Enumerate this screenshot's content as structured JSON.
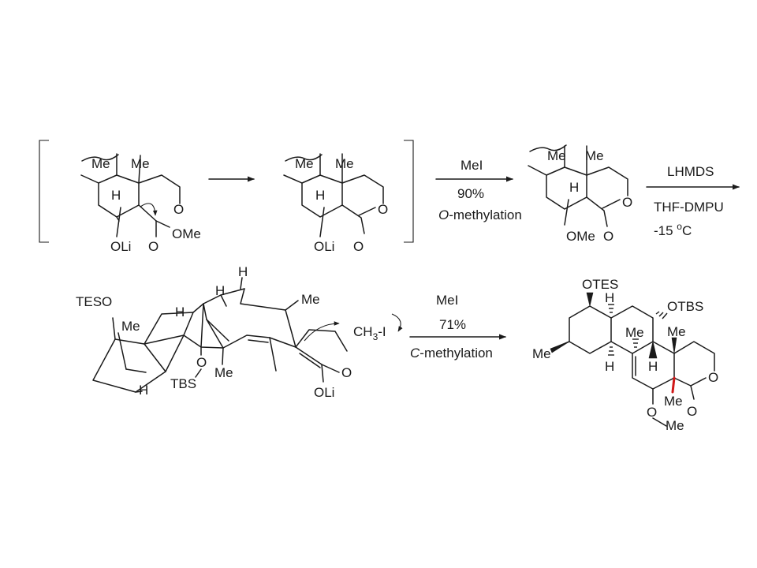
{
  "labels": {
    "me": "Me",
    "h": "H",
    "o": "O",
    "oli": "OLi",
    "ome": "OMe",
    "teso": "TESO",
    "tbs": "TBS",
    "otes": "OTES",
    "otbs": "OTBS",
    "ch3": "CH",
    "ch3_sub": "3",
    "ch3_tail": "-I"
  },
  "steps": {
    "step1": {
      "reagent": "MeI",
      "yield": "90%",
      "note_italic": "O",
      "note_rest": "-methylation"
    },
    "step2": {
      "reagent": "LHMDS",
      "solvent": "THF-DMPU",
      "temp_num": "-15 ",
      "temp_deg": "o",
      "temp_unit": "C"
    },
    "step3": {
      "reagent": "MeI",
      "yield": "71%",
      "note_italic": "C",
      "note_rest": "-methylation"
    }
  }
}
